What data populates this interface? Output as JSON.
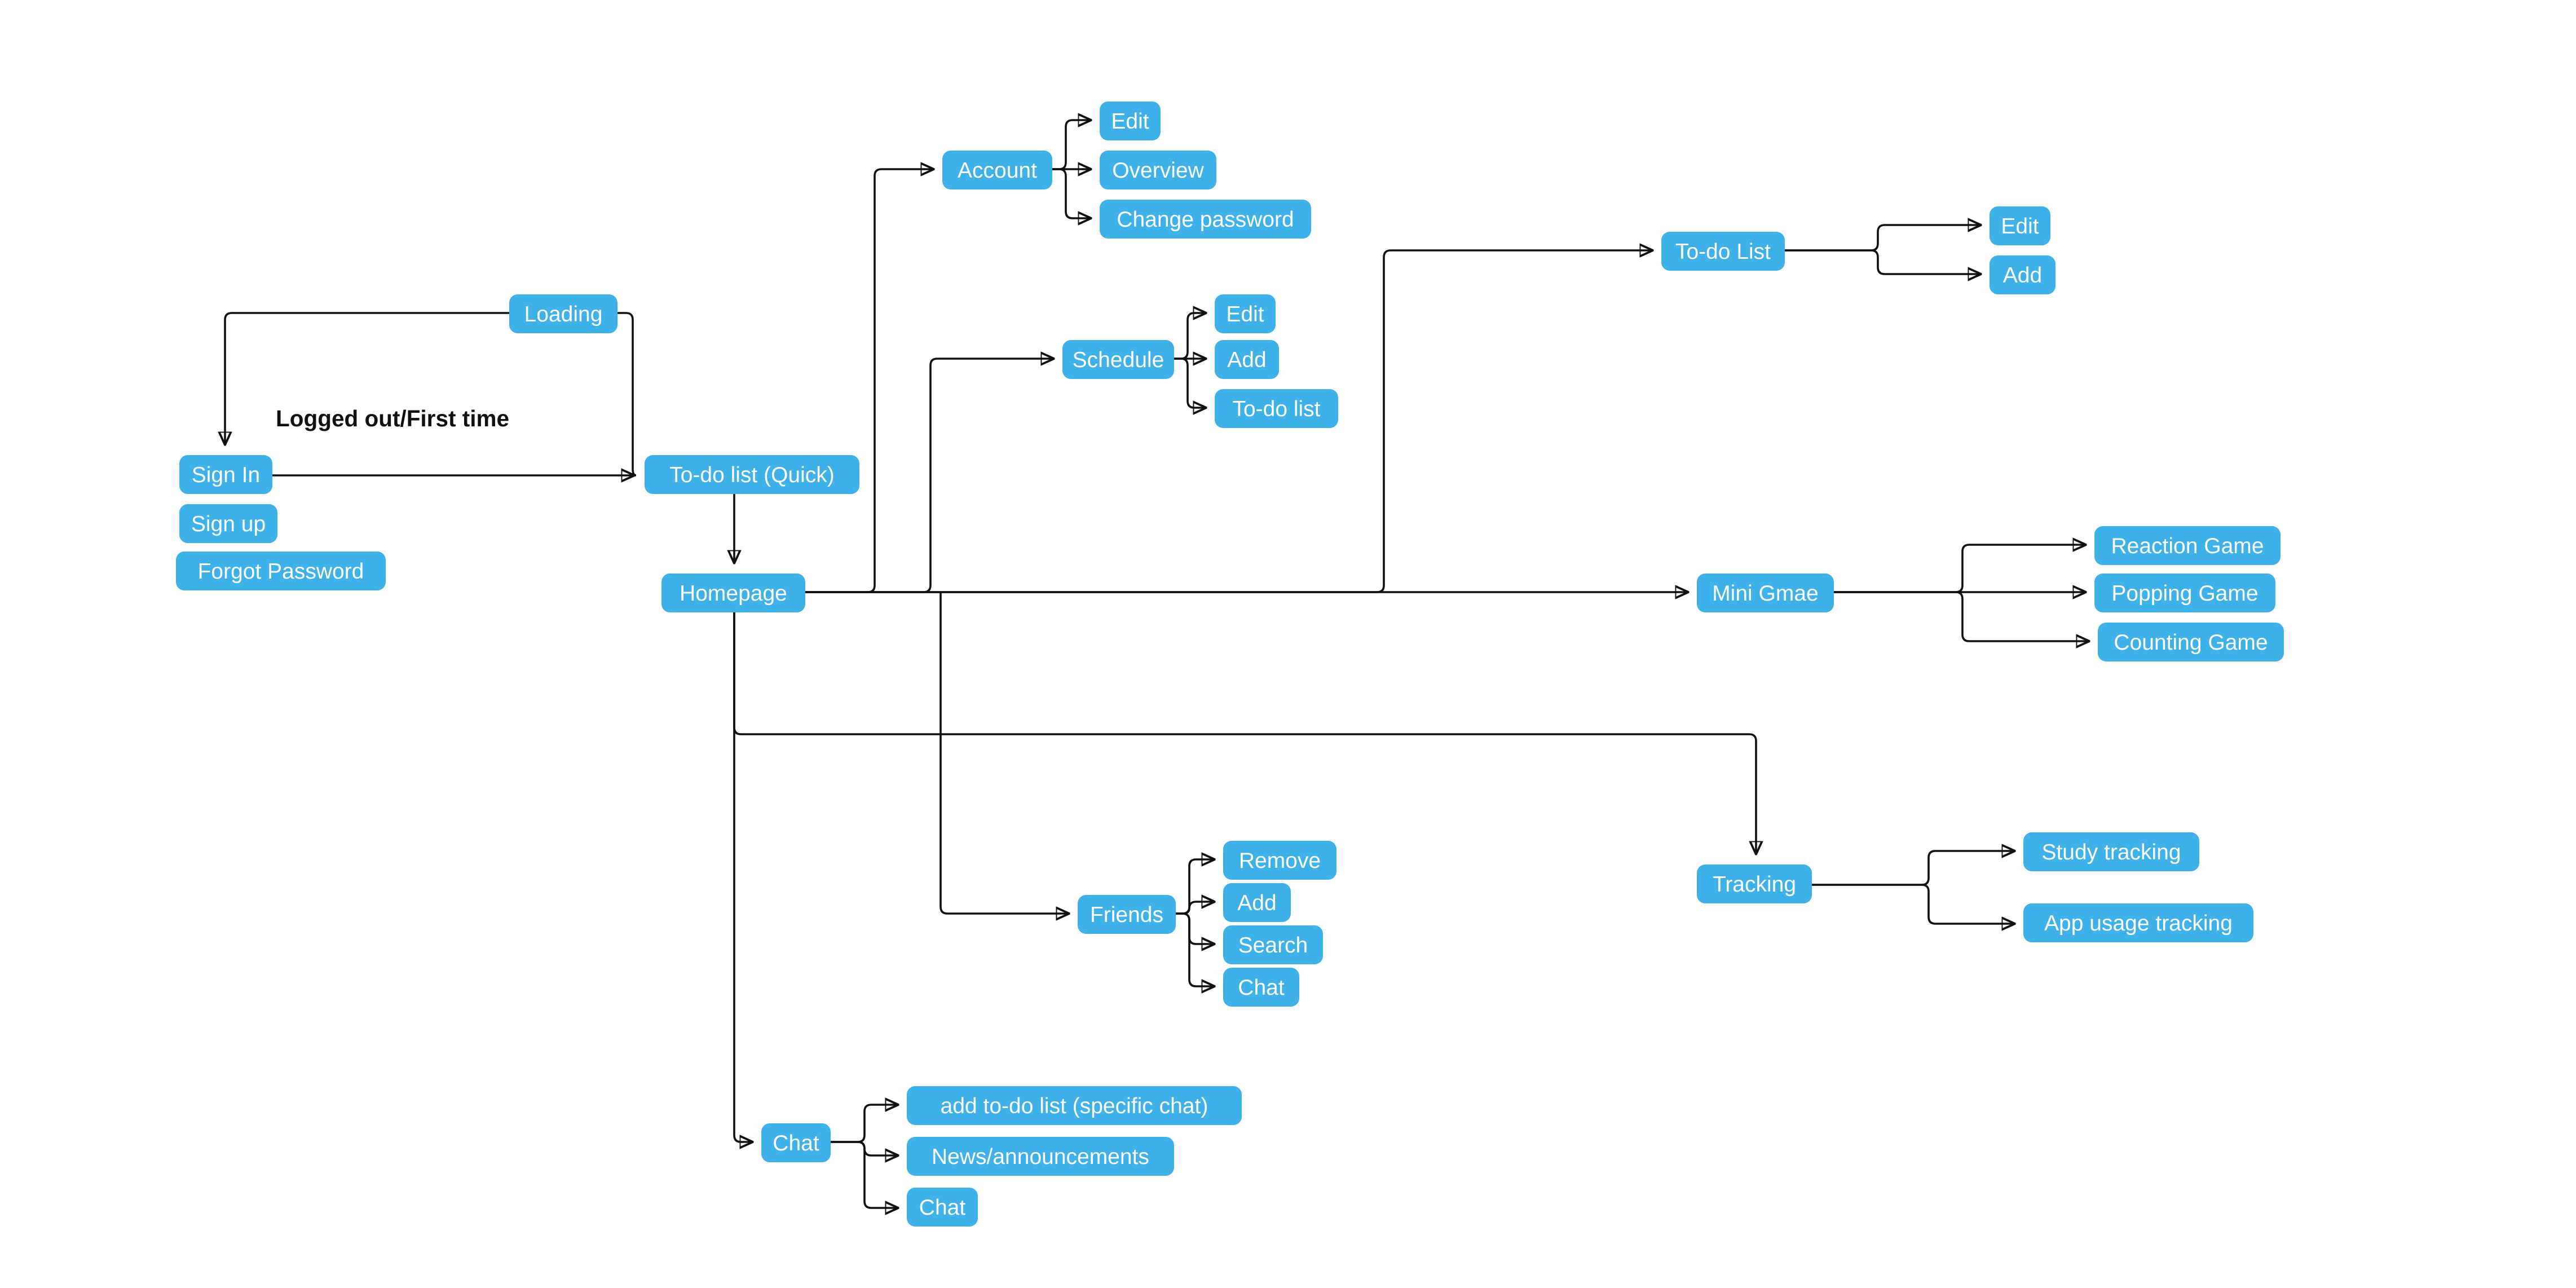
{
  "diagram": {
    "background_color": "#ffffff",
    "node_fill_color": "#3EB1E8",
    "node_text_color": "#ffffff",
    "edge_color": "#111111",
    "annotation": {
      "logged_out_label": "Logged out/First time"
    },
    "nodes": {
      "loading": {
        "label": "Loading"
      },
      "sign_in": {
        "label": "Sign In"
      },
      "sign_up": {
        "label": "Sign up"
      },
      "forgot_password": {
        "label": "Forgot Password"
      },
      "todo_quick": {
        "label": "To-do list (Quick)"
      },
      "homepage": {
        "label": "Homepage"
      },
      "account": {
        "label": "Account"
      },
      "account_edit": {
        "label": "Edit"
      },
      "account_overview": {
        "label": "Overview"
      },
      "account_change_password": {
        "label": "Change password"
      },
      "schedule": {
        "label": "Schedule"
      },
      "schedule_edit": {
        "label": "Edit"
      },
      "schedule_add": {
        "label": "Add"
      },
      "schedule_todo_list": {
        "label": "To-do list"
      },
      "todo_list": {
        "label": "To-do List"
      },
      "todo_list_edit": {
        "label": "Edit"
      },
      "todo_list_add": {
        "label": "Add"
      },
      "mini_game": {
        "label": "Mini Gmae"
      },
      "reaction_game": {
        "label": "Reaction Game"
      },
      "popping_game": {
        "label": "Popping Game"
      },
      "counting_game": {
        "label": "Counting Game"
      },
      "tracking": {
        "label": "Tracking"
      },
      "study_tracking": {
        "label": "Study tracking"
      },
      "app_usage_tracking": {
        "label": "App usage tracking"
      },
      "friends": {
        "label": "Friends"
      },
      "friends_remove": {
        "label": "Remove"
      },
      "friends_add": {
        "label": "Add"
      },
      "friends_search": {
        "label": "Search"
      },
      "friends_chat": {
        "label": "Chat"
      },
      "chat": {
        "label": "Chat"
      },
      "chat_add_todo": {
        "label": "add to-do list (specific chat)"
      },
      "chat_news": {
        "label": "News/announcements"
      },
      "chat_chat": {
        "label": "Chat"
      }
    }
  }
}
